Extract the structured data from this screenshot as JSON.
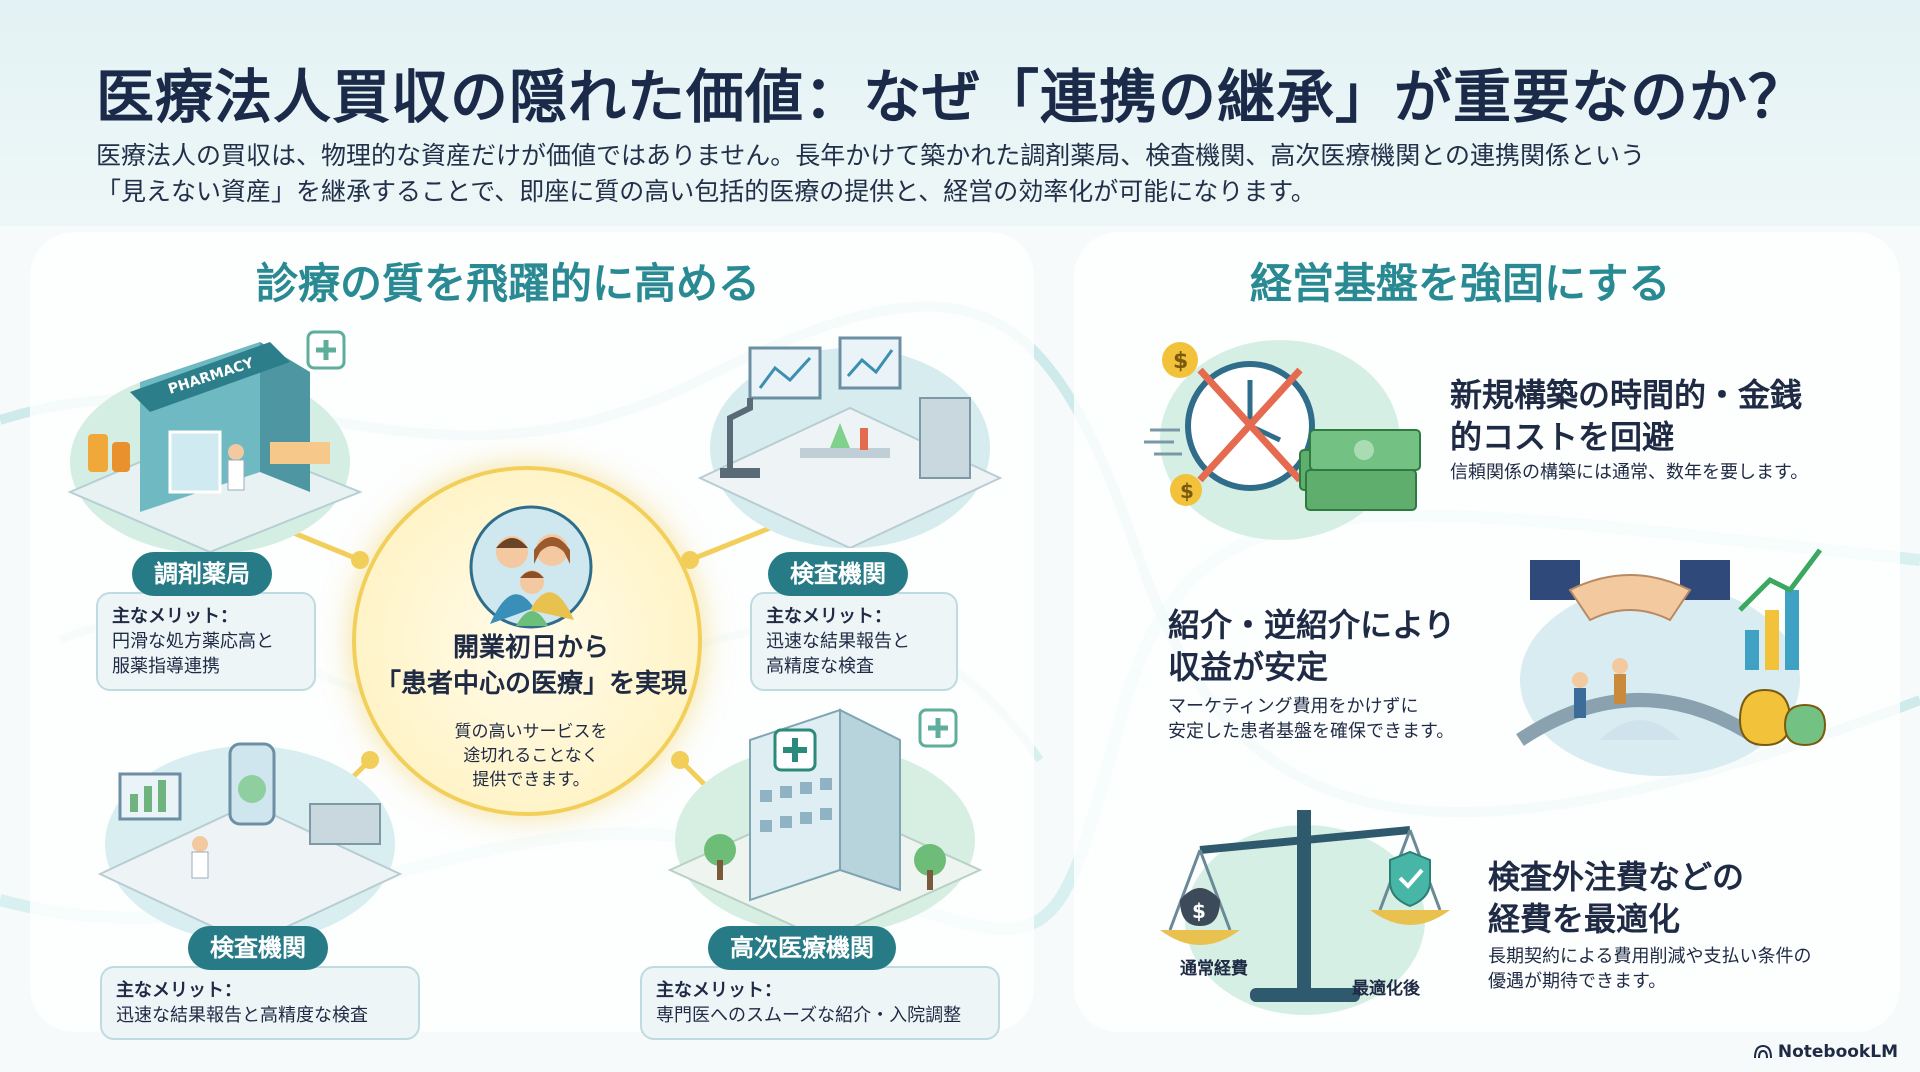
{
  "header": {
    "title": "医療法人買収の隠れた価値：なぜ「連携の継承」が重要なのか？",
    "intro_line1": "医療法人の買収は、物理的な資産だけが価値ではありません。長年かけて築かれた調剤薬局、検査機関、高次医療機関との連携関係という",
    "intro_line2": "「見えない資産」を継承することで、即座に質の高い包括的医療の提供と、経営の効率化が可能になります。"
  },
  "left_section": {
    "title": "診療の質を飛躍的に高める",
    "partners": [
      {
        "name": "調剤薬局",
        "label": "主なメリット：",
        "text_line1": "円滑な処方薬応高と",
        "text_line2": "服薬指導連携",
        "sign": "PHARMACY"
      },
      {
        "name": "検査機関",
        "label": "主なメリット：",
        "text_line1": "迅速な結果報告と",
        "text_line2": "高精度な検査"
      },
      {
        "name": "検査機関",
        "label": "主なメリット：",
        "text_line1": "迅速な結果報告と高精度な検査",
        "text_line2": ""
      },
      {
        "name": "高次医療機関",
        "label": "主なメリット：",
        "text_line1": "専門医へのスムーズな紹介・入院調整",
        "text_line2": ""
      }
    ],
    "center": {
      "main_line1": "開業初日から",
      "main_line2": "「患者中心の医療」を実現",
      "sub_line1": "質の高いサービスを",
      "sub_line2": "途切れることなく",
      "sub_line3": "提供できます。"
    }
  },
  "right_section": {
    "title": "経営基盤を強固にする",
    "benefits": [
      {
        "head_line1": "新規構築の時間的・金銭",
        "head_line2": "的コストを回避",
        "body_line1": "信頼関係の構築には通常、数年を要します。",
        "body_line2": ""
      },
      {
        "head_line1": "紹介・逆紹介により",
        "head_line2": "収益が安定",
        "body_line1": "マーケティング費用をかけずに",
        "body_line2": "安定した患者基盤を確保できます。"
      },
      {
        "head_line1": "検査外注費などの",
        "head_line2": "経費を最適化",
        "body_line1": "長期契約による費用削減や支払い条件の",
        "body_line2": "優遇が期待できます。"
      }
    ],
    "scale": {
      "left_label": "通常経費",
      "right_label": "最適化後"
    }
  },
  "footer": {
    "logo_text": "NotebookLM"
  },
  "icons": [
    "pharmacy-illustration",
    "lab-illustration",
    "family-icon",
    "hospital-illustration",
    "clock-icon",
    "cash-icon",
    "handshake-icon",
    "bridge-icon",
    "growth-chart-icon",
    "balance-scale-icon",
    "shield-check-icon"
  ],
  "colors": {
    "accent": "#2a8a93",
    "badge": "#277b86",
    "navy": "#1c2a4a",
    "gold": "#f2cf5a",
    "cancel": "#e46b4f"
  }
}
